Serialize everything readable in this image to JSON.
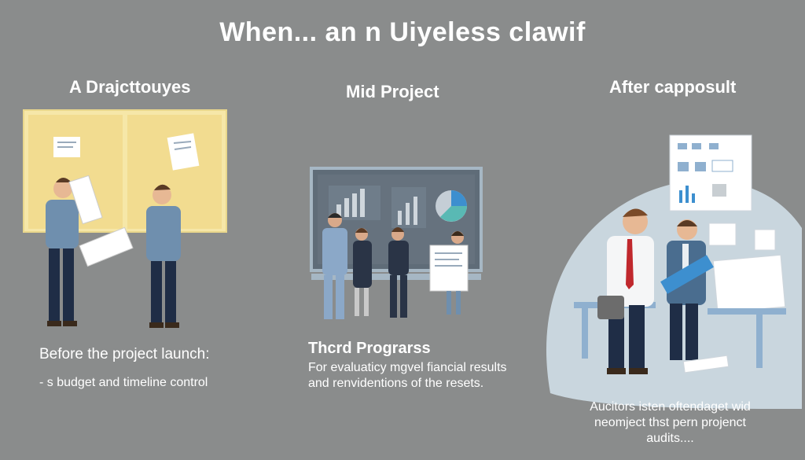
{
  "title": "When... an n Uiyeless clawif",
  "columns": [
    {
      "heading": "A Drajcttouyes",
      "caption_heading": "Before the project launch:",
      "caption_text": "- s budget and timeline control"
    },
    {
      "heading": "Mid Project",
      "caption_heading": "Thcrd Prograrss",
      "caption_text_1": "For evaluaticy mgvel fiancial results",
      "caption_text_2": "and renvidentions of the resets."
    },
    {
      "heading": "After capposult",
      "caption_text_1": "Aucitors isten oftendaget wid",
      "caption_text_2": "neomject thst pern projenct",
      "caption_text_3": "audits...."
    }
  ],
  "colors": {
    "background": "#8a8c8c",
    "board": "#f4e3a0",
    "screen": "#5e6b78",
    "tie": "#c0282d",
    "accent_blue": "#3d8fcf"
  }
}
